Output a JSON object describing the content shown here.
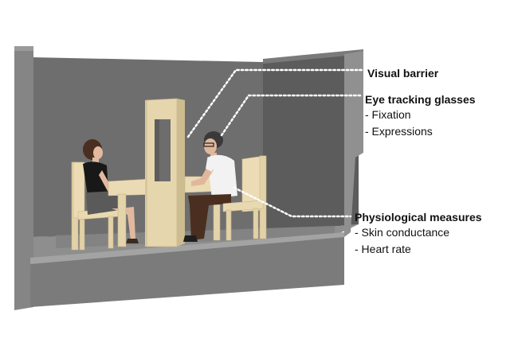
{
  "labels": {
    "visual_barrier": {
      "title": "Visual barrier"
    },
    "eye_tracking": {
      "title": "Eye tracking glasses",
      "items": [
        "- Fixation",
        "- Expressions"
      ]
    },
    "physiological": {
      "title": "Physiological measures",
      "items": [
        "- Skin conductance",
        "- Heart rate"
      ]
    }
  },
  "colors": {
    "back_wall": "#6e6e6e",
    "side_wall": "#5d5d5d",
    "left_wall": "#878787",
    "floor": "#8f8f8f",
    "front_wall": "#777777",
    "furniture": "#e5d5ae",
    "leader_line": "#ffffff"
  }
}
